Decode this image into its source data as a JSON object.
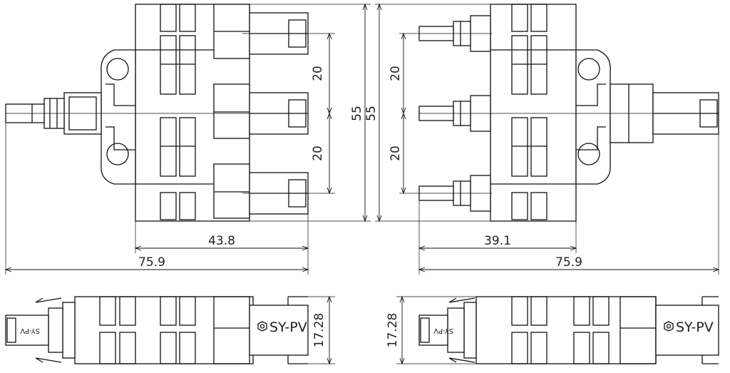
{
  "dimensions": {
    "left_width": "43.8",
    "left_total_length": "75.9",
    "right_width": "39.1",
    "right_total_length": "75.9",
    "overall_height_left": "55",
    "overall_height_right": "55",
    "left_pitch_upper": "20",
    "left_pitch_lower": "20",
    "right_pitch_upper": "20",
    "right_pitch_lower": "20",
    "left_side_thickness": "17.28",
    "right_side_thickness": "17.28"
  },
  "brand": {
    "left_label": "SY-PV",
    "right_label": "SY-PV",
    "left_mirror_label": "SY-PV",
    "right_mirror_label": "SY-PV"
  },
  "colors": {
    "line": "#111111",
    "background": "#ffffff"
  }
}
